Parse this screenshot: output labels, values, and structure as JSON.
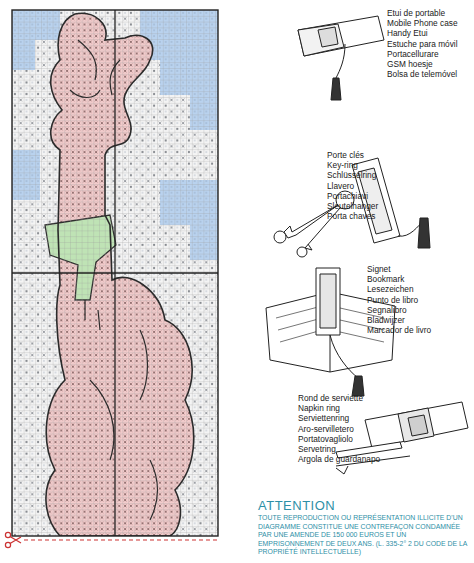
{
  "diagram": {
    "labels": [
      "Etui de portable",
      "Mobile Phone case",
      "Handy Etui",
      "Estuche para móvil",
      "Portacellurare",
      "GSM hoesje",
      "Bolsa de telemóvel",
      "Porte clés",
      "Key-ring",
      "Schlüsselring",
      "Llavero",
      "Portachiavi",
      "Sleutelhanger",
      "Porta chaves",
      "Signet",
      "Bookmark",
      "Lesezeichen",
      "Punto de libro",
      "Segnalibro",
      "Bladwijzer",
      "Marcador de livro",
      "Rond de serviette",
      "Napkin ring",
      "Serviettenring",
      "Aro-servilletero",
      "Portatovagliolo",
      "Servetring",
      "Argola de guardanapo",
      "ATTENTION",
      "TOUTE REPRODUCTION OU REPRÉSENTATION ILLICITE D'UN DIAGRAMME CONSTITUE UNE CONTREFAÇON CONDAMNÉE PAR UNE AMENDE DE 150 000 EUROS ET UN EMPRISONNEMENT DE DEUX ANS. (L. 335-2° 2 DU CODE DE LA PROPRIÉTÉ INTELLECTUELLE)"
    ]
  }
}
